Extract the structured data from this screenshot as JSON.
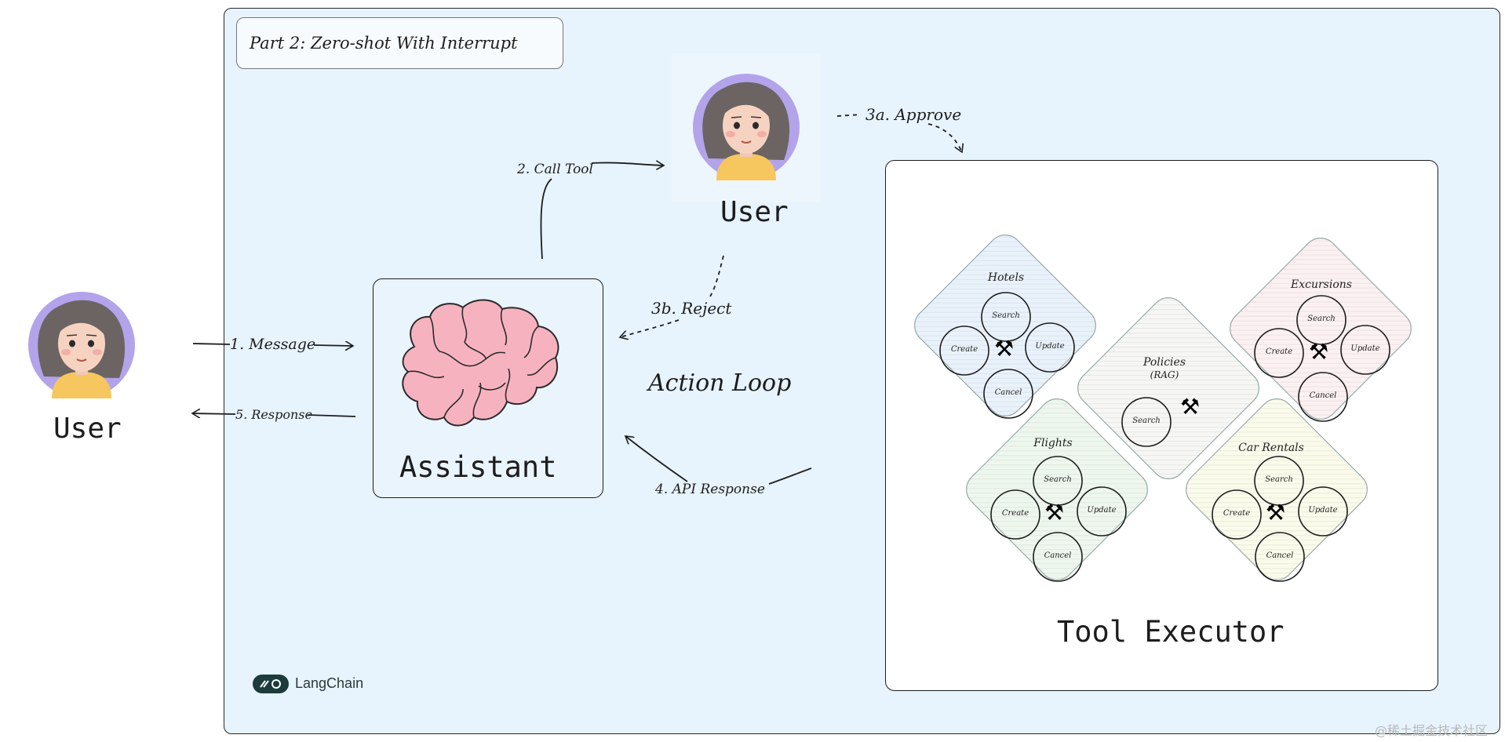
{
  "part_title": "Part 2: Zero-shot With Interrupt",
  "user_left": {
    "label": "User"
  },
  "user_top": {
    "label": "User"
  },
  "assistant": {
    "label": "Assistant"
  },
  "edges": {
    "message": "1. Message",
    "response": "5. Response",
    "call_tool": "2. Call Tool",
    "approve": "3a. Approve",
    "reject": "3b. Reject",
    "api_response": "4. API Response"
  },
  "action_loop": "Action Loop",
  "tool_executor": {
    "label": "Tool Executor",
    "groups": {
      "hotels": {
        "title": "Hotels",
        "search": "Search",
        "create": "Create",
        "update": "Update",
        "cancel": "Cancel"
      },
      "excursions": {
        "title": "Excursions",
        "search": "Search",
        "create": "Create",
        "update": "Update",
        "cancel": "Cancel"
      },
      "policies": {
        "title": "Policies",
        "subtitle": "(RAG)",
        "search": "Search"
      },
      "flights": {
        "title": "Flights",
        "search": "Search",
        "create": "Create",
        "update": "Update",
        "cancel": "Cancel"
      },
      "car_rentals": {
        "title": "Car Rentals",
        "search": "Search",
        "create": "Create",
        "update": "Update",
        "cancel": "Cancel"
      }
    }
  },
  "tool_icon": "⚒",
  "brand": "LangChain",
  "watermark": "@稀土掘金技术社区",
  "icons": {
    "avatar": "woman-avatar-icon",
    "brain": "brain-icon",
    "tools": "hammer-pick-icon",
    "logo": "langchain-logo-icon"
  },
  "colors": {
    "panel_bg": "#e7f3fd",
    "hotels_bg": "#e9f2fb",
    "excursions_bg": "#fbf0f2",
    "policies_bg": "#f6f6f4",
    "flights_bg": "#eef7ee",
    "car_rentals_bg": "#fbfbeb",
    "brain_fill": "#f6b3bf",
    "avatar_bg": "#b3a3ea",
    "shirt": "#f6c75e"
  }
}
